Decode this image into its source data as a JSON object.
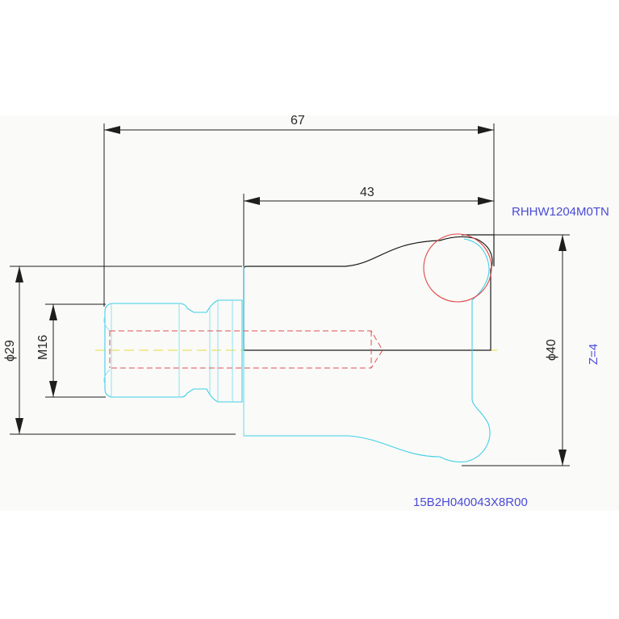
{
  "dimensions": {
    "overall_length": "67",
    "head_length": "43",
    "shank_diameter": "ϕ29",
    "thread": "M16",
    "head_diameter": "ϕ40"
  },
  "annotations": {
    "insert_code": "RHHW1204M0TN",
    "teeth": "Z=4",
    "tool_code": "15B2H040043X8R00"
  },
  "colors": {
    "contour": "#3fd0e6",
    "insert": "#e04848",
    "annotation": "#4a4ad8",
    "centerline": "#e6dc3a",
    "dimension": "#1e1e1e"
  }
}
